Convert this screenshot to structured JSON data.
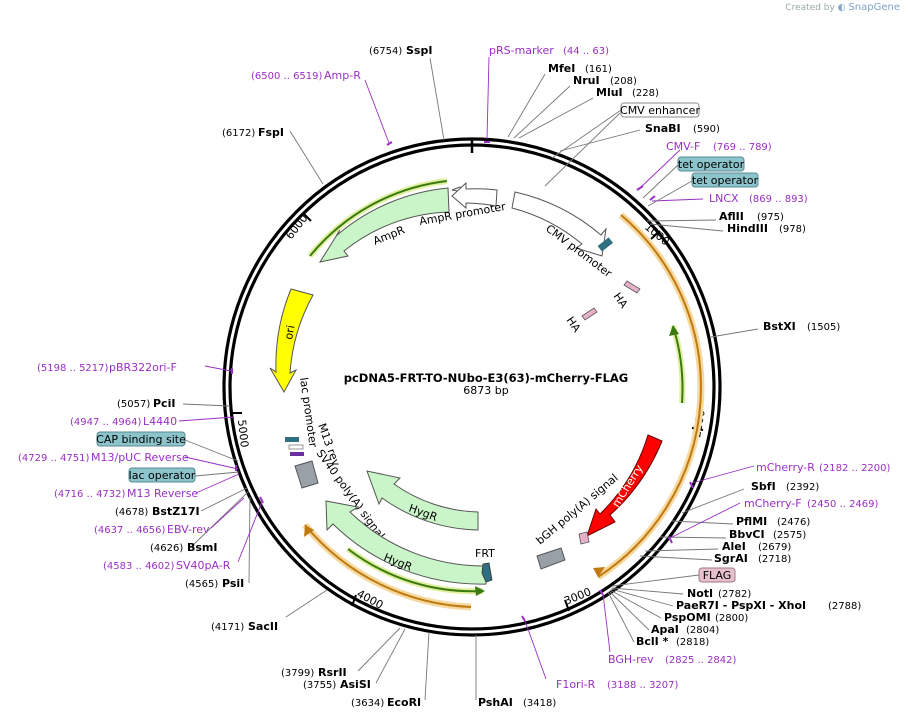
{
  "credit": {
    "prefix": "Created by",
    "brand": "SnapGene"
  },
  "plasmid": {
    "name": "pcDNA5-FRT-TO-NUbo-E3(63)-mCherry-FLAG",
    "size": "6873 bp",
    "length": 6873
  },
  "ticks": [
    "1000",
    "2000",
    "3000",
    "4000",
    "5000",
    "6000"
  ],
  "sites": [
    {
      "name": "SspI",
      "pos": "(6754)"
    },
    {
      "name": "MfeI",
      "pos": "(161)"
    },
    {
      "name": "NruI",
      "pos": "(208)"
    },
    {
      "name": "MluI",
      "pos": "(228)"
    },
    {
      "name": "SnaBI",
      "pos": "(590)"
    },
    {
      "name": "AflII",
      "pos": "(975)"
    },
    {
      "name": "HindIII",
      "pos": "(978)"
    },
    {
      "name": "BstXI",
      "pos": "(1505)"
    },
    {
      "name": "SbfI",
      "pos": "(2392)"
    },
    {
      "name": "PflMI",
      "pos": "(2476)"
    },
    {
      "name": "BbvCI",
      "pos": "(2575)"
    },
    {
      "name": "AleI",
      "pos": "(2679)"
    },
    {
      "name": "SgrAI",
      "pos": "(2718)"
    },
    {
      "name": "NotI",
      "pos": "(2782)"
    },
    {
      "name": "PaeR7I - PspXI - XhoI",
      "pos": "(2788)"
    },
    {
      "name": "PspOMI",
      "pos": "(2800)"
    },
    {
      "name": "ApaI",
      "pos": "(2804)"
    },
    {
      "name": "BclI *",
      "pos": "(2818)"
    },
    {
      "name": "PshAI",
      "pos": "(3418)"
    },
    {
      "name": "EcoRI",
      "pos": "(3634)"
    },
    {
      "name": "AsiSI",
      "pos": "(3755)"
    },
    {
      "name": "RsrII",
      "pos": "(3799)"
    },
    {
      "name": "SacII",
      "pos": "(4171)"
    },
    {
      "name": "PsiI",
      "pos": "(4565)"
    },
    {
      "name": "BsmI",
      "pos": "(4626)"
    },
    {
      "name": "BstZ17I",
      "pos": "(4678)"
    },
    {
      "name": "PciI",
      "pos": "(5057)"
    },
    {
      "name": "FspI",
      "pos": "(6172)"
    }
  ],
  "primers": [
    {
      "name": "pRS-marker",
      "range": "(44 .. 63)"
    },
    {
      "name": "Amp-R",
      "range": "(6500 .. 6519)"
    },
    {
      "name": "CMV-F",
      "range": "(769 .. 789)"
    },
    {
      "name": "LNCX",
      "range": "(869 .. 893)"
    },
    {
      "name": "mCherry-R",
      "range": "(2182 .. 2200)"
    },
    {
      "name": "mCherry-F",
      "range": "(2450 .. 2469)"
    },
    {
      "name": "BGH-rev",
      "range": "(2825 .. 2842)"
    },
    {
      "name": "F1ori-R",
      "range": "(3188 .. 3207)"
    },
    {
      "name": "pBR322ori-F",
      "range": "(5198 .. 5217)"
    },
    {
      "name": "L4440",
      "range": "(4947 .. 4964)"
    },
    {
      "name": "M13/pUC Reverse",
      "range": "(4729 .. 4751)"
    },
    {
      "name": "M13 Reverse",
      "range": "(4716 .. 4732)"
    },
    {
      "name": "EBV-rev",
      "range": "(4637 .. 4656)"
    },
    {
      "name": "SV40pA-R",
      "range": "(4583 .. 4602)"
    }
  ],
  "boxes": [
    "CMV enhancer",
    "tet operator",
    "tet operator",
    "CAP binding site",
    "lac operator",
    "FLAG"
  ],
  "features": {
    "amp_promoter": "AmpR promoter",
    "ampr": "AmpR",
    "ori": "ori",
    "cmv_promoter": "CMV promoter",
    "ha1": "HA",
    "ha2": "HA",
    "mcherry": "mCherry",
    "bgh": "bGH poly(A) signal",
    "lac_promoter": "lac promoter",
    "m13_rev": "M13 rev",
    "sv40": "SV40 poly(A) signal",
    "hygr1": "HygR",
    "hygr2": "HygR",
    "frt": "FRT"
  },
  "colors": {
    "primer": "#9a2fc4",
    "ampr": "#c9f5c9",
    "ori": "#ffff00",
    "mcherry": "#ff0000",
    "orf_orange": "#f0c070",
    "orf_green": "#4a8a1a",
    "box_teal": "#8cc4cc",
    "box_pink": "#e8c0cc"
  }
}
